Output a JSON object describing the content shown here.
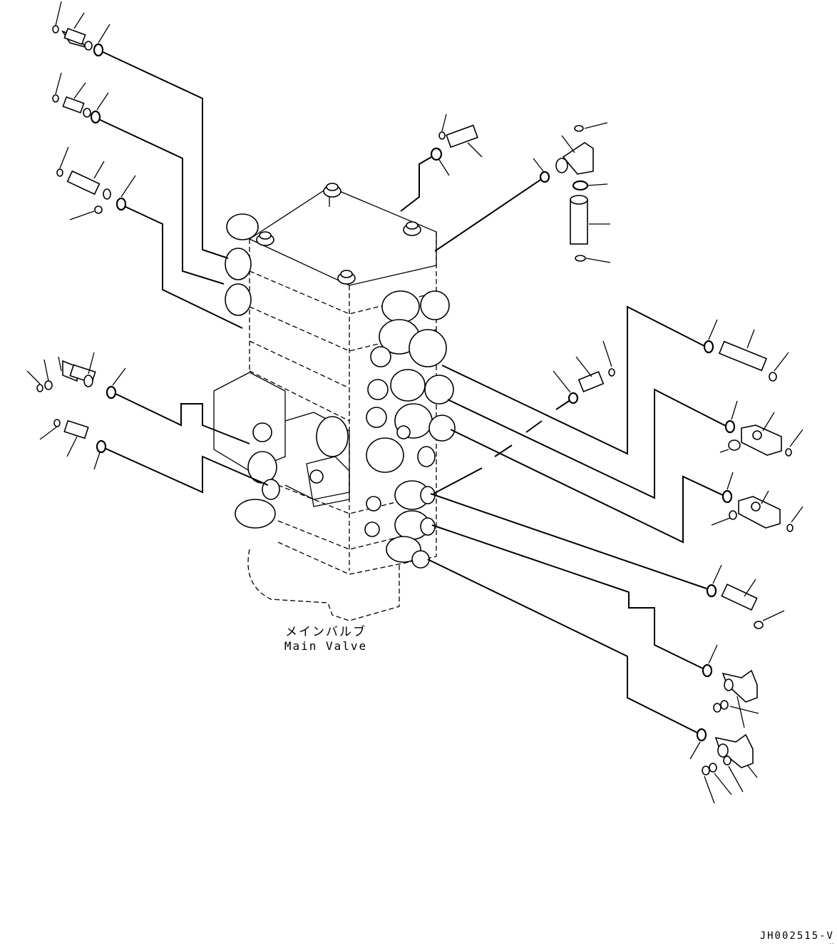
{
  "figure": {
    "caption_jp": "メインバルブ",
    "caption_en": "Main Valve",
    "doc_id": "JH002515-V",
    "doc_id_suffix": "--"
  },
  "colors": {
    "ink": "#000000",
    "paper": "#ffffff"
  }
}
